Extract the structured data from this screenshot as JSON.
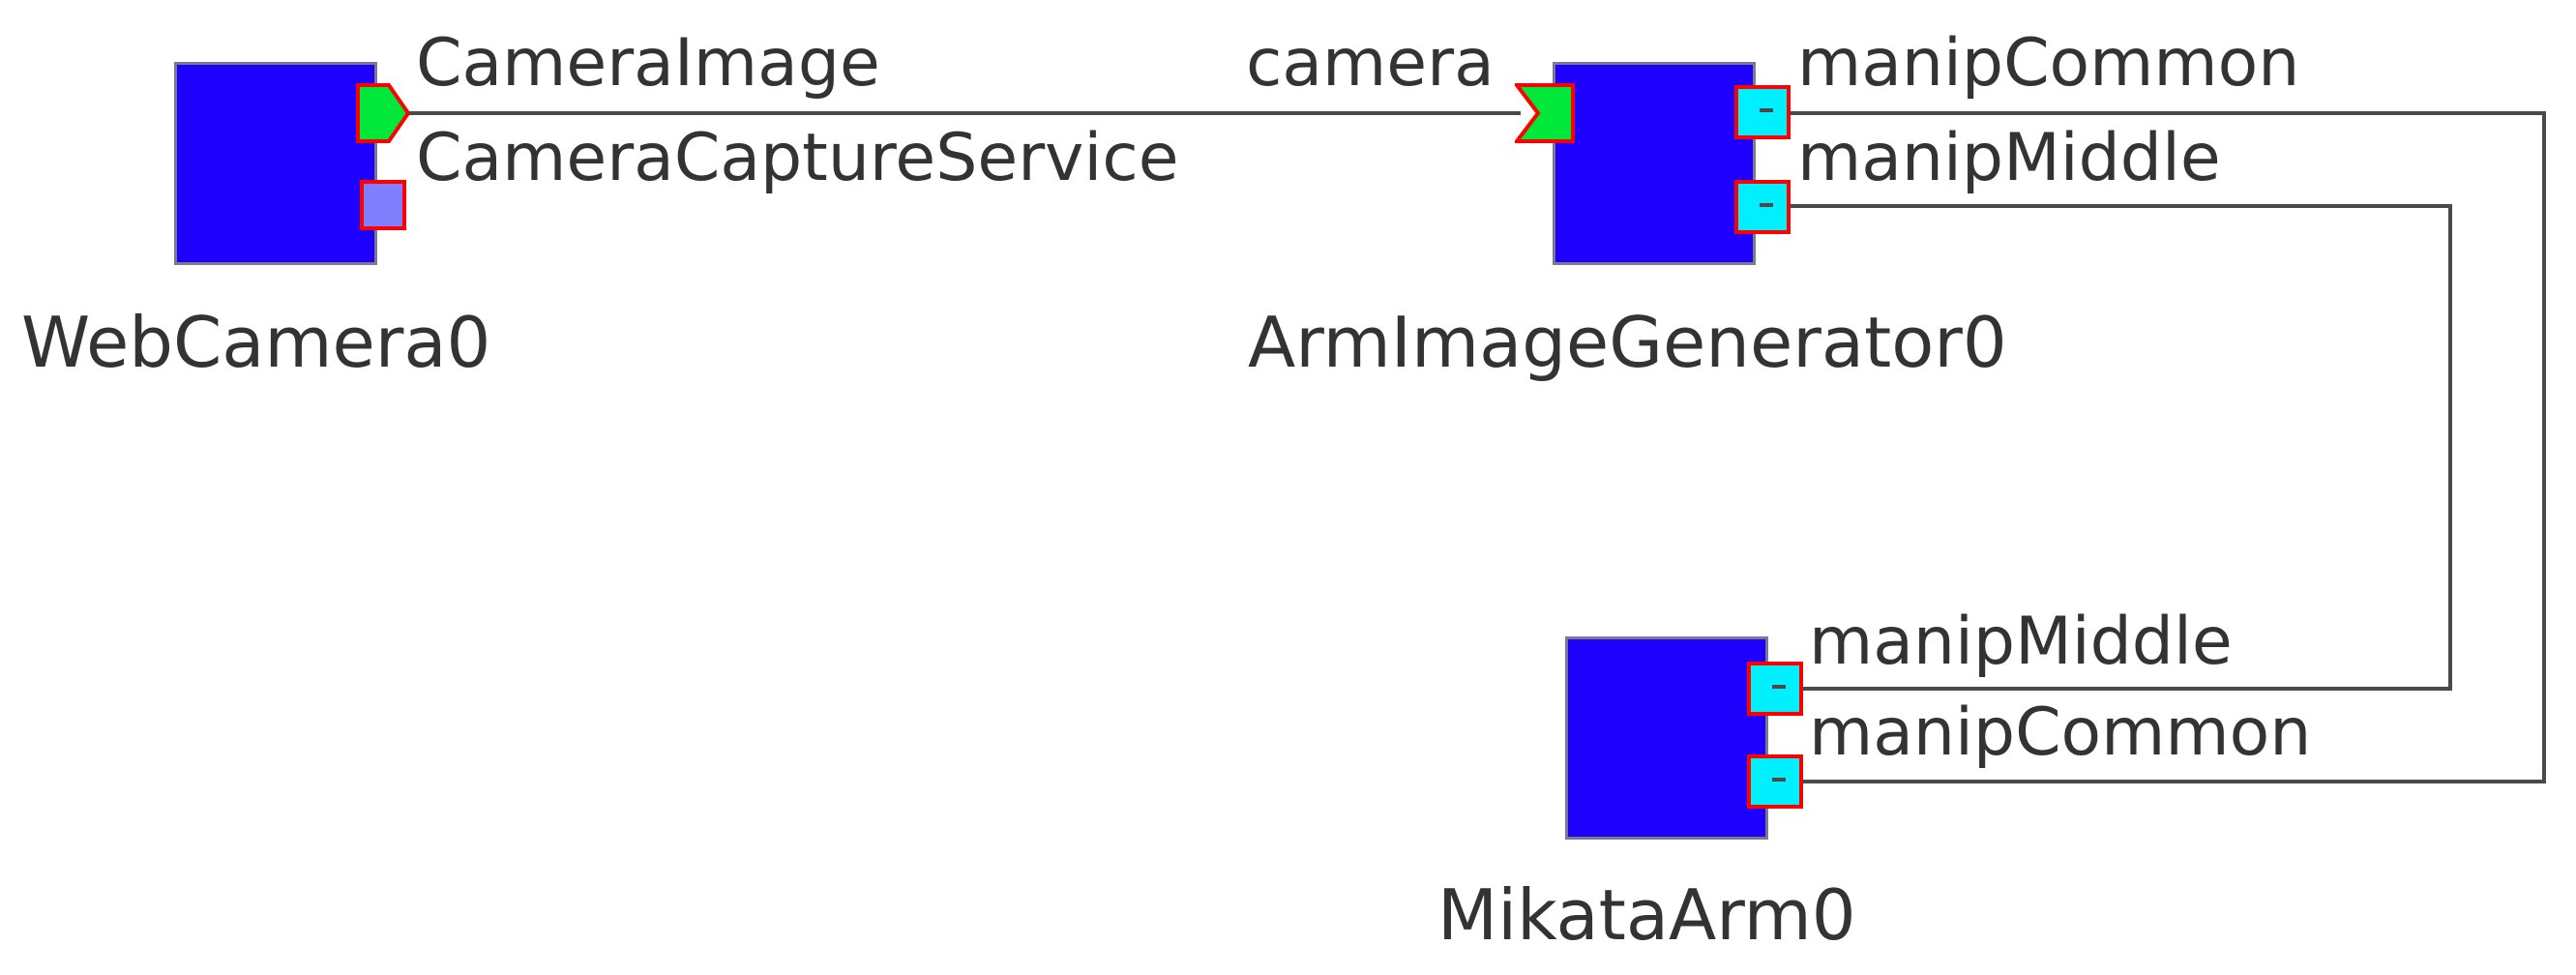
{
  "colors": {
    "component_fill": "#1e00ff",
    "port_border": "#ff0000",
    "data_port": "#00e83a",
    "service_port_provided": "#8080ff",
    "service_port_required": "#00f0ff",
    "connector": "#4a4a4a",
    "text": "#333333"
  },
  "components": [
    {
      "name": "WebCamera0",
      "ports": [
        {
          "label": "CameraImage",
          "kind": "data-out"
        },
        {
          "label": "CameraCaptureService",
          "kind": "service-provided"
        }
      ]
    },
    {
      "name": "ArmImageGenerator0",
      "ports": [
        {
          "label": "camera",
          "kind": "data-in"
        },
        {
          "label": "manipCommon",
          "kind": "service-required"
        },
        {
          "label": "manipMiddle",
          "kind": "service-required"
        }
      ]
    },
    {
      "name": "MikataArm0",
      "ports": [
        {
          "label": "manipMiddle",
          "kind": "service-required"
        },
        {
          "label": "manipCommon",
          "kind": "service-required"
        }
      ]
    }
  ],
  "connections": [
    {
      "from": "WebCamera0.CameraImage",
      "to": "ArmImageGenerator0.camera"
    },
    {
      "from": "ArmImageGenerator0.manipCommon",
      "to": "MikataArm0.manipCommon"
    },
    {
      "from": "ArmImageGenerator0.manipMiddle",
      "to": "MikataArm0.manipMiddle"
    }
  ]
}
